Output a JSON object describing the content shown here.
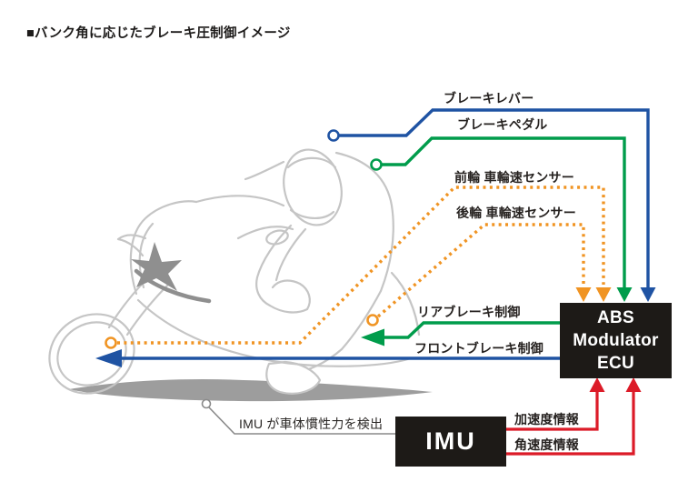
{
  "title": "■バンク角に応じたブレーキ圧制御イメージ",
  "labels": {
    "brake_lever": "ブレーキレバー",
    "brake_pedal": "ブレーキペダル",
    "front_wheel_sensor": "前輪 車輪速センサー",
    "rear_wheel_sensor": "後輪 車輪速センサー",
    "rear_brake_control": "リアブレーキ制御",
    "front_brake_control": "フロントブレーキ制御",
    "acceleration_info": "加速度情報",
    "angular_velocity_info": "角速度情報",
    "imu_note": "IMU が車体慣性力を検出"
  },
  "boxes": {
    "abs": {
      "line1": "ABS",
      "line2": "Modulator",
      "line3": "ECU"
    },
    "imu": {
      "label": "IMU"
    }
  },
  "colors": {
    "brake_lever_line": "#1f53a3",
    "brake_pedal_line": "#009c4b",
    "wheel_sensor_line": "#f09423",
    "imu_info_line": "#dc1b28",
    "pointer_line": "#8a8a8a",
    "box_bg": "#1d1a17",
    "illustration": "#c5c5c5",
    "illustration_accent": "#8f8f8f",
    "shadow": "#9d9d9d",
    "text": "#262220"
  }
}
